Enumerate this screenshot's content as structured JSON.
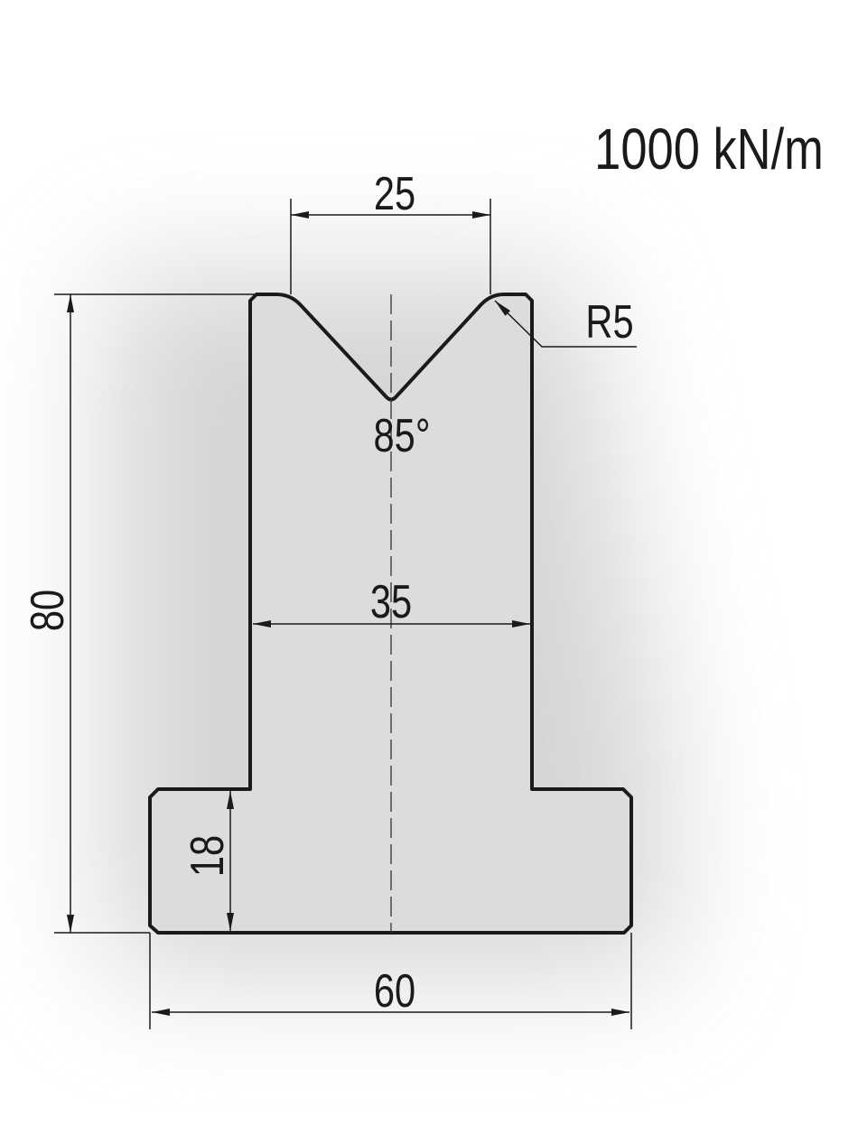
{
  "diagram": {
    "rating": "1000 kN/m",
    "dimensions": {
      "v_opening": "25",
      "height": "80",
      "body_width": "35",
      "angle": "85°",
      "radius": "R5",
      "base_height": "18",
      "base_width": "60"
    },
    "colors": {
      "profile_fill": "#dcdcdc",
      "outline": "#1a1a1a",
      "background": "#ffffff"
    }
  }
}
